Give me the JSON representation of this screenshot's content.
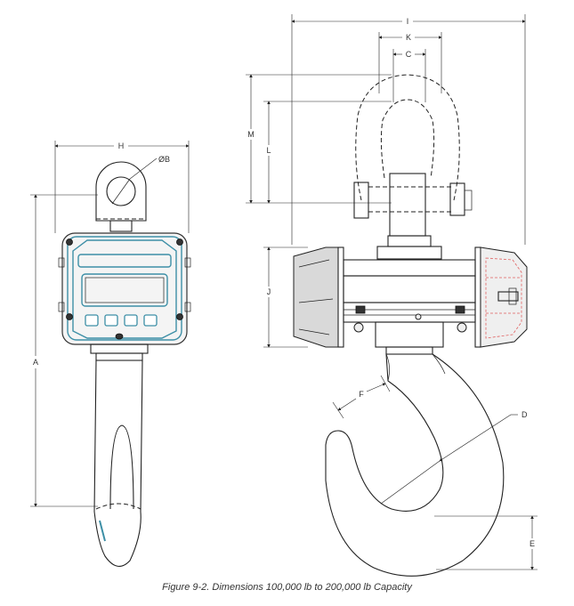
{
  "figure": {
    "caption": "Figure 9-2. Dimensions 100,000 lb to 200,000 lb Capacity",
    "labels": {
      "H": "H",
      "B": "ØB",
      "A": "A",
      "I": "I",
      "K": "K",
      "C": "C",
      "M": "M",
      "L": "L",
      "J": "J",
      "F": "F",
      "D": "D",
      "E": "E"
    }
  },
  "colors": {
    "line": "#222222",
    "display_frame": "#3d8fa6",
    "hidden_detail": "#e06060"
  }
}
